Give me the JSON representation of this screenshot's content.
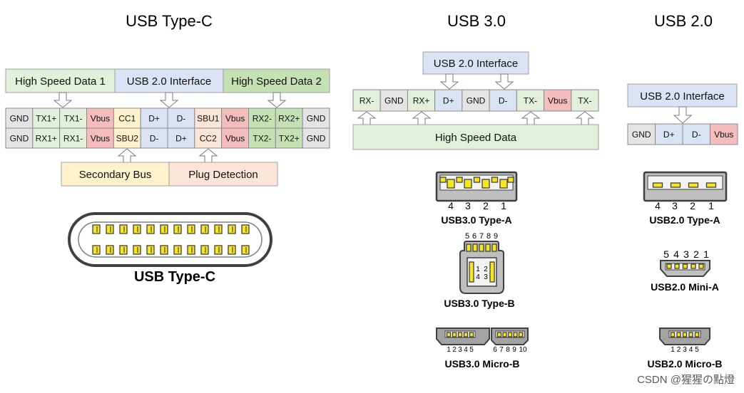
{
  "type_c": {
    "title": "USB Type-C",
    "top_groups": [
      {
        "label": "High Speed Data 1",
        "color": "#e2efda"
      },
      {
        "label": "USB 2.0 Interface",
        "color": "#dae3f3"
      },
      {
        "label": "High Speed Data 2",
        "color": "#c5e0b3"
      }
    ],
    "pin_rows": [
      [
        {
          "label": "GND",
          "color": "#e4e4e4"
        },
        {
          "label": "TX1+",
          "color": "#e2efda"
        },
        {
          "label": "TX1-",
          "color": "#e2efda"
        },
        {
          "label": "Vbus",
          "color": "#f4bcbc"
        },
        {
          "label": "CC1",
          "color": "#fff2cc"
        },
        {
          "label": "D+",
          "color": "#dae3f3"
        },
        {
          "label": "D-",
          "color": "#dae3f3"
        },
        {
          "label": "SBU1",
          "color": "#fbe5d6"
        },
        {
          "label": "Vbus",
          "color": "#f4bcbc"
        },
        {
          "label": "RX2-",
          "color": "#c5e0b3"
        },
        {
          "label": "RX2+",
          "color": "#c5e0b3"
        },
        {
          "label": "GND",
          "color": "#e4e4e4"
        }
      ],
      [
        {
          "label": "GND",
          "color": "#e4e4e4"
        },
        {
          "label": "RX1+",
          "color": "#e2efda"
        },
        {
          "label": "RX1-",
          "color": "#e2efda"
        },
        {
          "label": "Vbus",
          "color": "#f4bcbc"
        },
        {
          "label": "SBU2",
          "color": "#fff2cc"
        },
        {
          "label": "D-",
          "color": "#dae3f3"
        },
        {
          "label": "D+",
          "color": "#dae3f3"
        },
        {
          "label": "CC2",
          "color": "#fbe5d6"
        },
        {
          "label": "Vbus",
          "color": "#f4bcbc"
        },
        {
          "label": "TX2-",
          "color": "#c5e0b3"
        },
        {
          "label": "TX2+",
          "color": "#c5e0b3"
        },
        {
          "label": "GND",
          "color": "#e4e4e4"
        }
      ]
    ],
    "bottom_groups": [
      {
        "label": "Secondary Bus",
        "color": "#fff2cc"
      },
      {
        "label": "Plug Detection",
        "color": "#fbe5d6"
      }
    ],
    "connector_label": "USB Type-C"
  },
  "usb3": {
    "title": "USB 3.0",
    "interface_box": {
      "label": "USB 2.0 Interface",
      "color": "#dae3f3"
    },
    "pins": [
      {
        "label": "RX-",
        "color": "#e2efda"
      },
      {
        "label": "GND",
        "color": "#e4e4e4"
      },
      {
        "label": "RX+",
        "color": "#e2efda"
      },
      {
        "label": "D+",
        "color": "#dae3f3"
      },
      {
        "label": "GND",
        "color": "#e4e4e4"
      },
      {
        "label": "D-",
        "color": "#dae3f3"
      },
      {
        "label": "TX-",
        "color": "#e2efda"
      },
      {
        "label": "Vbus",
        "color": "#f4bcbc"
      },
      {
        "label": "TX-",
        "color": "#e2efda"
      }
    ],
    "high_speed_box": {
      "label": "High Speed Data",
      "color": "#e2efda"
    },
    "type_a": {
      "pin_numbers": [
        "4",
        "3",
        "2",
        "1"
      ],
      "label": "USB3.0 Type-A"
    },
    "type_b": {
      "pin_numbers_top": [
        "5",
        "6",
        "7",
        "8",
        "9"
      ],
      "pin_numbers_inner": [
        "1",
        "2",
        "4",
        "3"
      ],
      "label": "USB3.0 Type-B"
    },
    "micro_b": {
      "pin_numbers_left": [
        "1",
        "2",
        "3",
        "4",
        "5"
      ],
      "pin_numbers_right": [
        "6",
        "7",
        "8",
        "9",
        "10"
      ],
      "label": "USB3.0 Micro-B"
    }
  },
  "usb2": {
    "title": "USB 2.0",
    "interface_box": {
      "label": "USB 2.0 Interface",
      "color": "#dae3f3"
    },
    "pins": [
      {
        "label": "GND",
        "color": "#e4e4e4"
      },
      {
        "label": "D+",
        "color": "#dae3f3"
      },
      {
        "label": "D-",
        "color": "#dae3f3"
      },
      {
        "label": "Vbus",
        "color": "#f4bcbc"
      }
    ],
    "type_a": {
      "pin_numbers": [
        "4",
        "3",
        "2",
        "1"
      ],
      "label": "USB2.0 Type-A"
    },
    "mini_a": {
      "pin_numbers": [
        "5",
        "4",
        "3",
        "2",
        "1"
      ],
      "label": "USB2.0 Mini-A"
    },
    "micro_b": {
      "pin_numbers": [
        "1",
        "2",
        "3",
        "4",
        "5"
      ],
      "label": "USB2.0 Micro-B"
    }
  },
  "connector_colors": {
    "contact": "#f7e61c",
    "body": "#bfbfbf",
    "body_dark": "#a3a3a3",
    "slot": "#f2f2f2",
    "outline": "#404040"
  },
  "watermark": "CSDN @猩猩の點燈"
}
